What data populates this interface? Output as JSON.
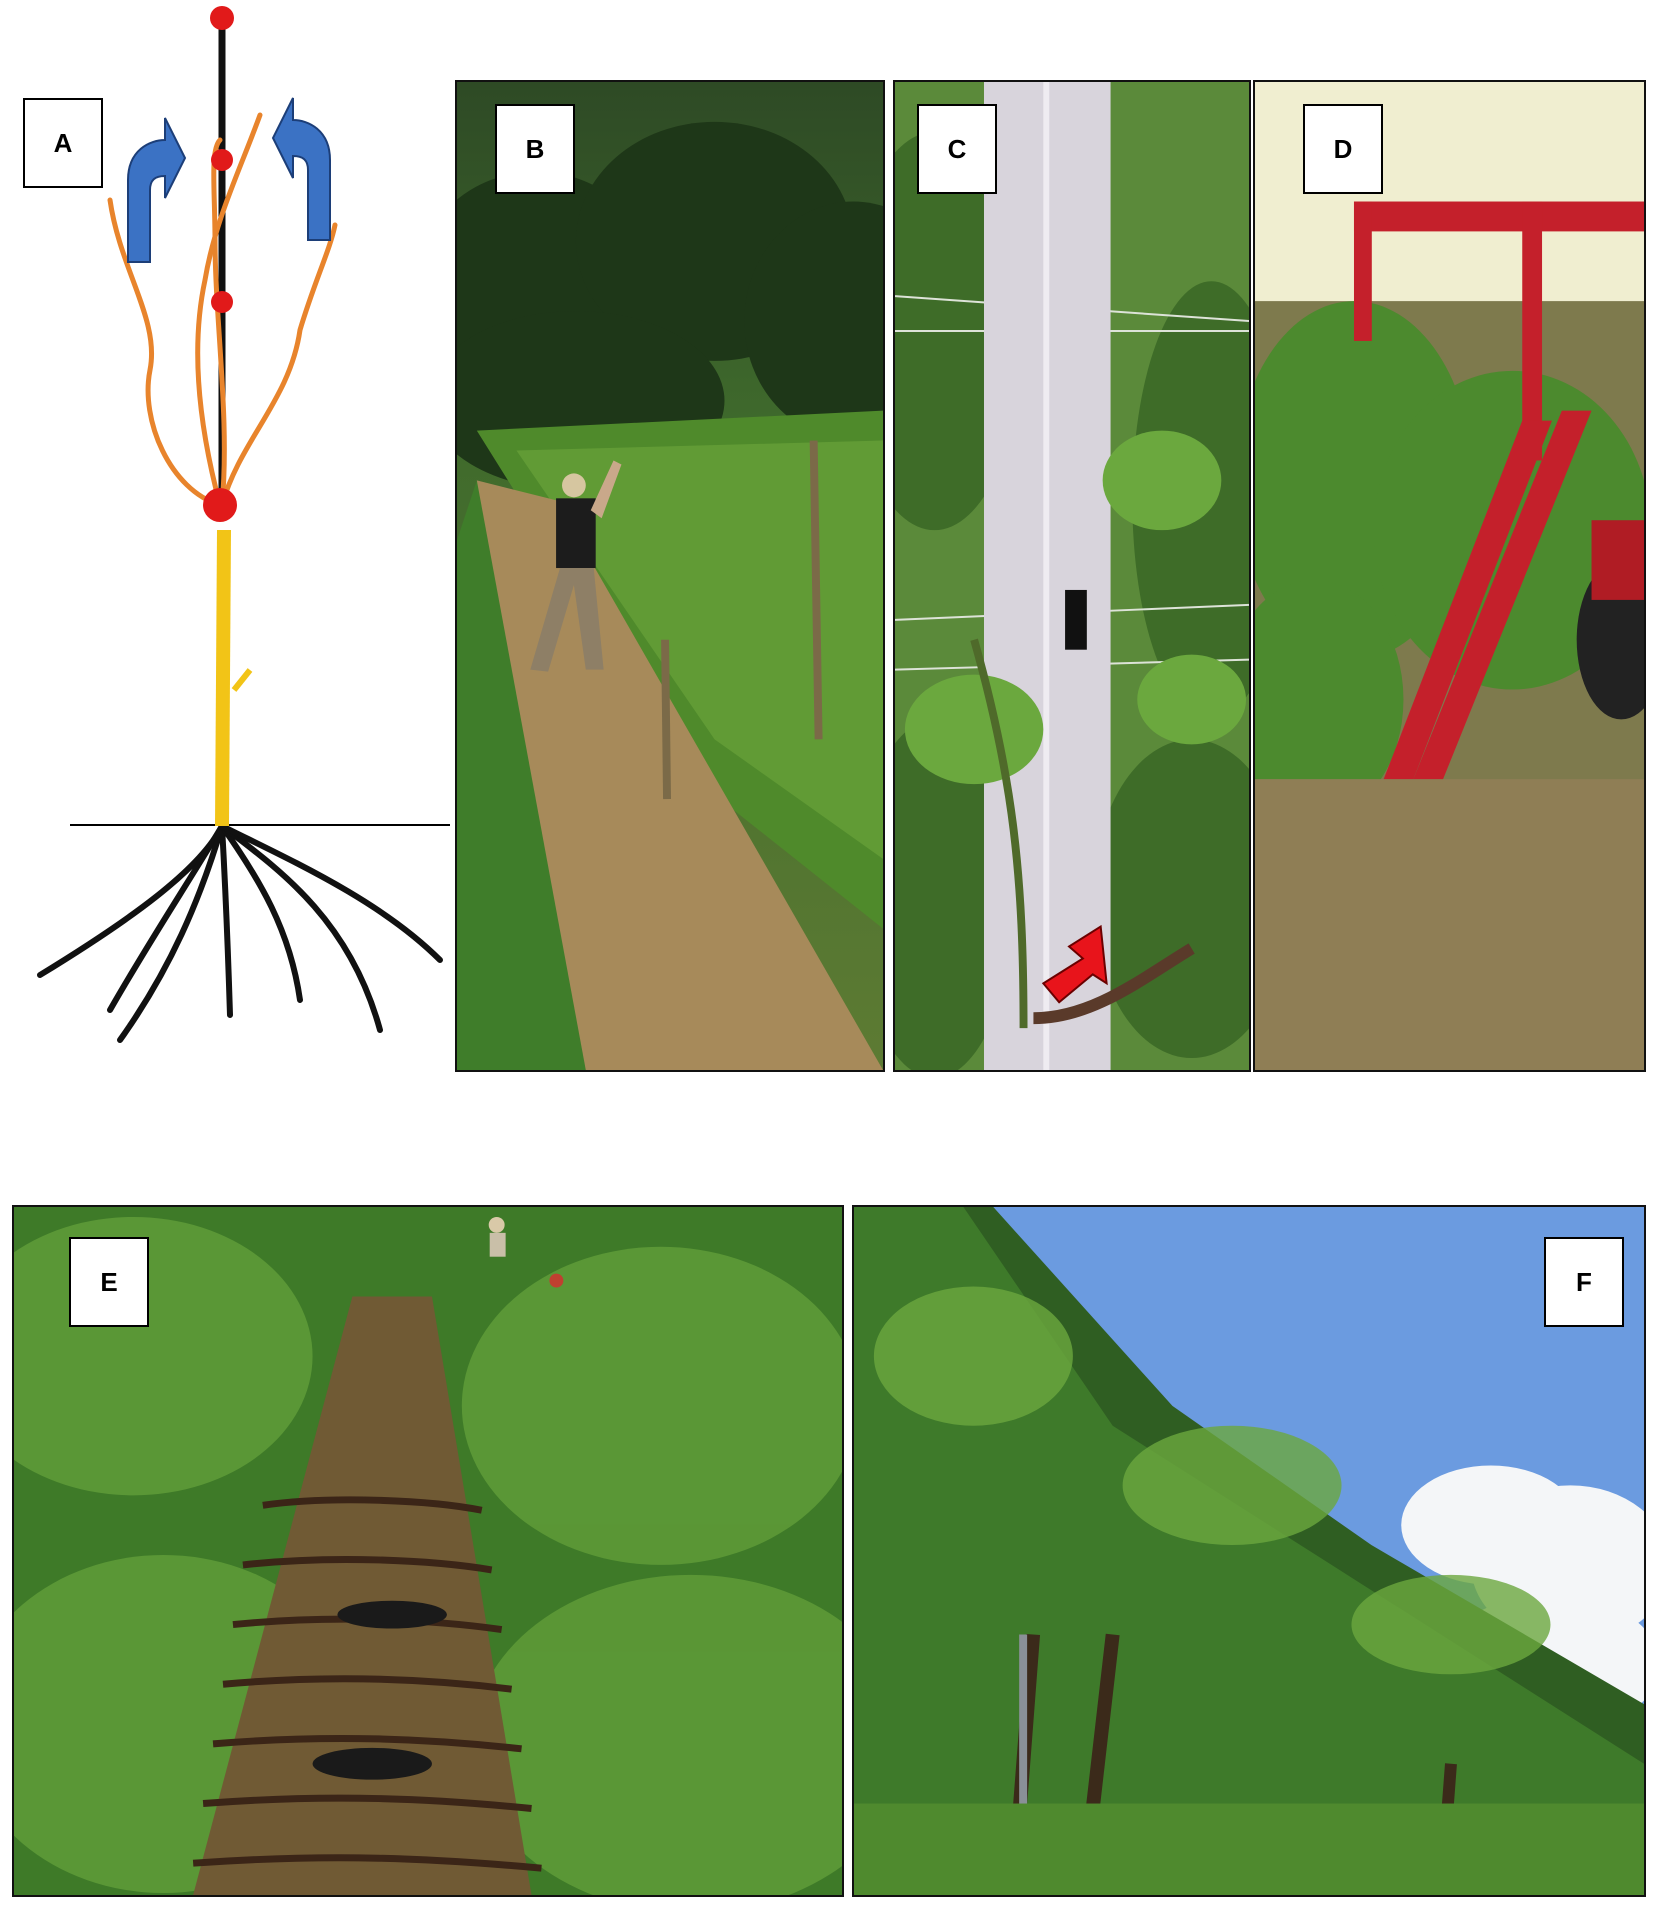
{
  "panels": [
    {
      "id": "A",
      "label": "A",
      "kind": "diagram",
      "subject": "vine-training-diagram"
    },
    {
      "id": "B",
      "label": "B",
      "kind": "photo",
      "subject": "worker-tying-shoots-in-vineyard-row"
    },
    {
      "id": "C",
      "label": "C",
      "kind": "photo",
      "subject": "shoot-at-concrete-post-with-red-arrow"
    },
    {
      "id": "D",
      "label": "D",
      "kind": "photo",
      "subject": "red-tractor-mounted-machine-in-vineyard"
    },
    {
      "id": "E",
      "label": "E",
      "kind": "photo",
      "subject": "pergola-canopy-with-workers"
    },
    {
      "id": "F",
      "label": "F",
      "kind": "photo",
      "subject": "vine-canopy-against-blue-sky"
    }
  ],
  "colors": {
    "trunk": "#f2c417",
    "shoots": "#e8842c",
    "stake": "#111111",
    "nodes": "#e11a1a",
    "curved_arrows": "#3b72c4",
    "roots": "#111111",
    "red_arrow": "#e8141b",
    "tractor": "#c4202b",
    "foliage": "#3d7a26",
    "sky": "#6b9be0"
  }
}
